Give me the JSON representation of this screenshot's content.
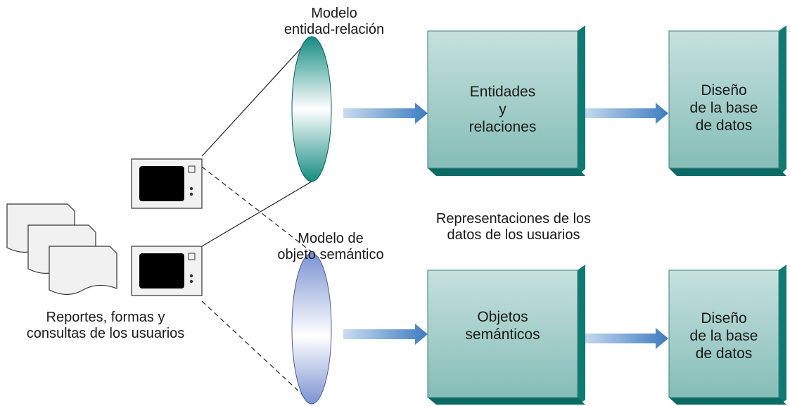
{
  "top_lens": {
    "label": "Modelo\nentidad-relación"
  },
  "bottom_lens": {
    "label": "Modelo de\nobjeto semántico"
  },
  "documents": {
    "label": "Reportes, formas y\nconsultas de los usuarios"
  },
  "middle_caption": "Representaciones de los\ndatos de los usuarios",
  "top_row": {
    "box1": "Entidades\ny\nrelaciones",
    "box2": "Diseño\nde la base\nde datos"
  },
  "bottom_row": {
    "box1": "Objetos\nsemánticos",
    "box2": "Diseño\nde la base\nde datos"
  },
  "colors": {
    "teal_box": "#8fc3be",
    "teal_dark": "#0e7a72",
    "lens_top": "#1f9a8f",
    "lens_bottom": "#8a9fd6",
    "arrow": "#4a86c4"
  }
}
